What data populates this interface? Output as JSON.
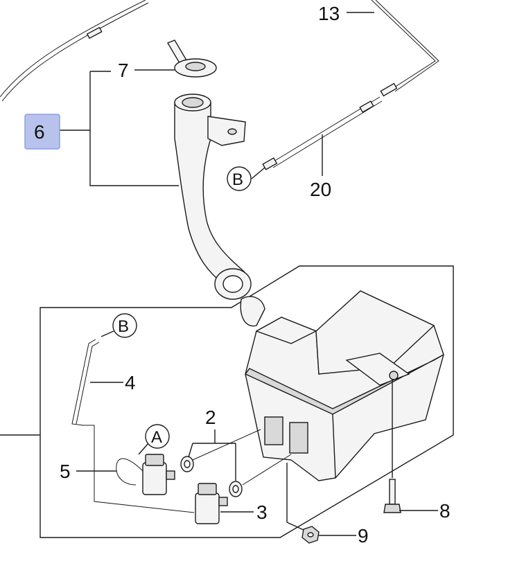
{
  "callouts": {
    "c6": "6",
    "c7": "7",
    "c13": "13",
    "c20": "20",
    "c4": "4",
    "c2": "2",
    "c5": "5",
    "c3": "3",
    "c8": "8",
    "c9": "9"
  },
  "connectors": {
    "b_top": "B",
    "b_left": "B",
    "a_pump": "A"
  },
  "colors": {
    "highlight": "#b7c3ec",
    "line": "#1a1a1a"
  }
}
